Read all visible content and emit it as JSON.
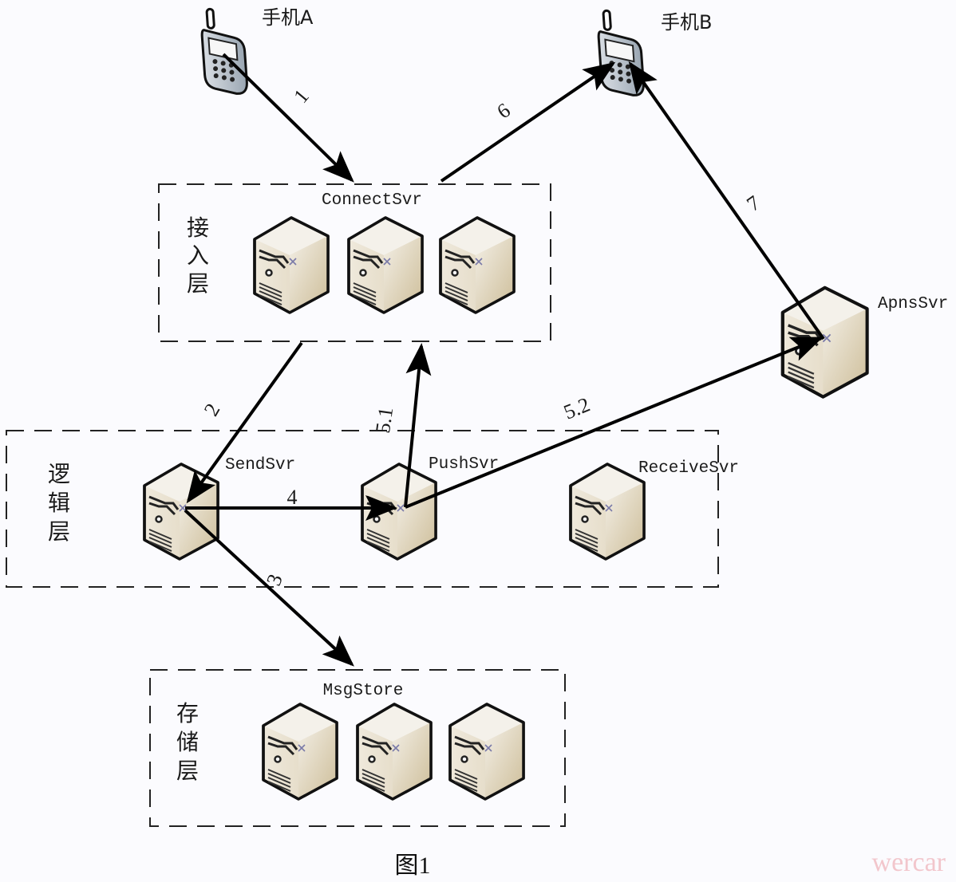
{
  "diagram": {
    "caption": "图1",
    "watermark": "wercar",
    "phones": [
      {
        "id": "phone-a",
        "label": "手机A"
      },
      {
        "id": "phone-b",
        "label": "手机B"
      }
    ],
    "layers": [
      {
        "id": "access",
        "name_chars": [
          "接",
          "入",
          "层"
        ],
        "group_label": "ConnectSvr",
        "server_count": 3
      },
      {
        "id": "logic",
        "name_chars": [
          "逻",
          "辑",
          "层"
        ],
        "servers": [
          "SendSvr",
          "PushSvr",
          "ReceiveSvr"
        ]
      },
      {
        "id": "storage",
        "name_chars": [
          "存",
          "储",
          "层"
        ],
        "group_label": "MsgStore",
        "server_count": 3
      }
    ],
    "external_server": {
      "label": "ApnsSvr"
    },
    "flows": [
      {
        "step": "1",
        "from": "手机A",
        "to": "ConnectSvr"
      },
      {
        "step": "2",
        "from": "ConnectSvr",
        "to": "SendSvr"
      },
      {
        "step": "3",
        "from": "SendSvr",
        "to": "MsgStore"
      },
      {
        "step": "4",
        "from": "SendSvr",
        "to": "PushSvr"
      },
      {
        "step": "5.1",
        "from": "PushSvr",
        "to": "ConnectSvr"
      },
      {
        "step": "5.2",
        "from": "PushSvr",
        "to": "ApnsSvr"
      },
      {
        "step": "6",
        "from": "ConnectSvr",
        "to": "手机B"
      },
      {
        "step": "7",
        "from": "ApnsSvr",
        "to": "手机B"
      }
    ]
  }
}
